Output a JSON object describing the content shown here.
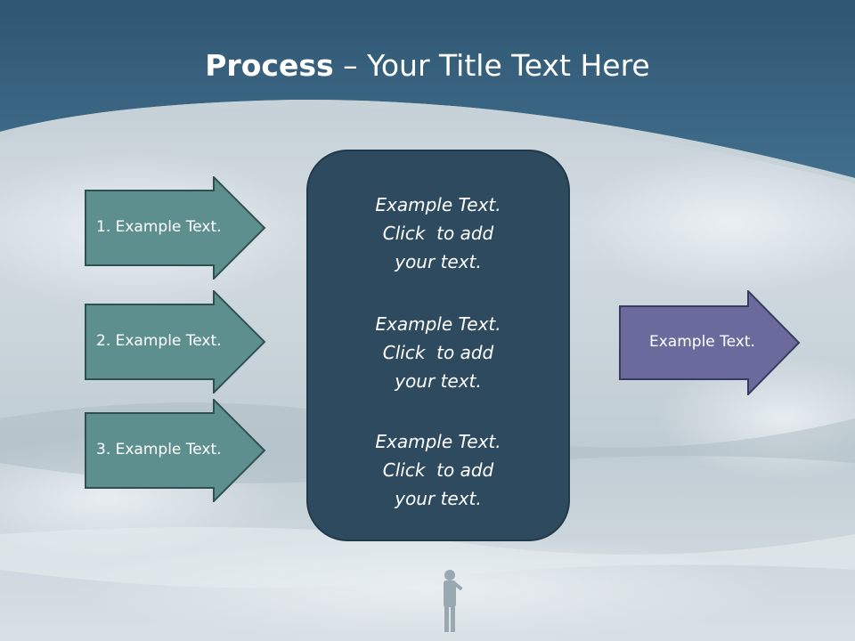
{
  "slide": {
    "title_bold": "Process",
    "title_rest": " – Your Title Text Here"
  },
  "inputs": [
    {
      "label": "1. Example Text."
    },
    {
      "label": "2. Example Text."
    },
    {
      "label": "3. Example Text."
    }
  ],
  "center": {
    "blocks": [
      {
        "lines": [
          "Example Text.",
          "Click  to add",
          "your text."
        ]
      },
      {
        "lines": [
          "Example Text.",
          "Click  to add",
          "your text."
        ]
      },
      {
        "lines": [
          "Example Text.",
          "Click  to add",
          "your text."
        ]
      }
    ]
  },
  "output": {
    "label": "Example Text."
  },
  "colors": {
    "header": "#3d6a86",
    "input_arrow": "#5e8f8f",
    "center_box": "#2e4a5e",
    "output_arrow": "#6b6a9c"
  }
}
